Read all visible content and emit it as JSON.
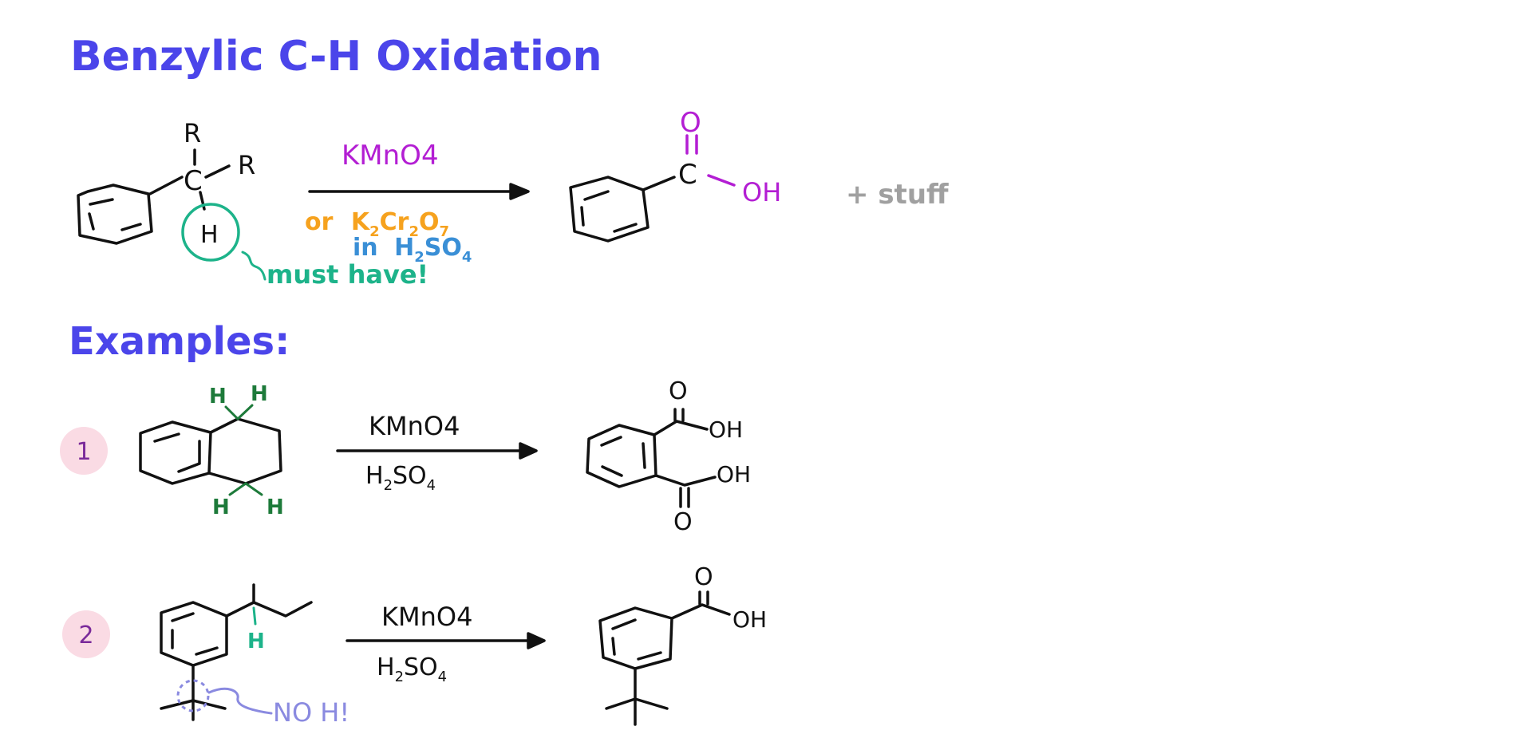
{
  "title": "Benzylic C-H Oxidation",
  "examples_heading": "Examples:",
  "colors": {
    "heading": "#4b45ea",
    "bond": "#111111",
    "kmno4": "#b31ed3",
    "dichromate": "#f6a21e",
    "h2so4_blue": "#3a8fd6",
    "must_have": "#1db38a",
    "acid_purple": "#b31ed3",
    "stuff": "#a0a0a0",
    "example_h": "#1d7a3a",
    "no_h": "#8a8ae0",
    "badge_bg": "#fadbe4",
    "badge_text": "#7a2a9a"
  },
  "main_reaction": {
    "reactant_R_top": "R",
    "reactant_R_right": "R",
    "reactant_C": "C",
    "reactant_H": "H",
    "reagent_top": "KMnO4",
    "reagent_alt": "or K2Cr2O7",
    "reagent_alt_parts": {
      "or": "or",
      "k": "K",
      "k_sub": "2",
      "cr": "Cr",
      "cr_sub": "2",
      "o": "O",
      "o_sub": "7"
    },
    "reagent_solvent_parts": {
      "in": "in",
      "h": "H",
      "h_sub": "2",
      "so": "SO",
      "so_sub": "4"
    },
    "annotation": "must have!",
    "product_O": "O",
    "product_C": "C",
    "product_OH": "OH",
    "byproduct": "+ stuff"
  },
  "examples": [
    {
      "number": "1",
      "h_labels": [
        "H",
        "H",
        "H",
        "H"
      ],
      "reagent_top": "KMnO4",
      "reagent_bottom_parts": {
        "h": "H",
        "h_sub": "2",
        "so": "SO",
        "so_sub": "4"
      },
      "product_O_top": "O",
      "product_OH_top": "OH",
      "product_OH_bottom": "OH",
      "product_O_bottom": "O"
    },
    {
      "number": "2",
      "h_label": "H",
      "annotation": "NO H!",
      "reagent_top": "KMnO4",
      "reagent_bottom_parts": {
        "h": "H",
        "h_sub": "2",
        "so": "SO",
        "so_sub": "4"
      },
      "product_O": "O",
      "product_OH": "OH"
    }
  ]
}
